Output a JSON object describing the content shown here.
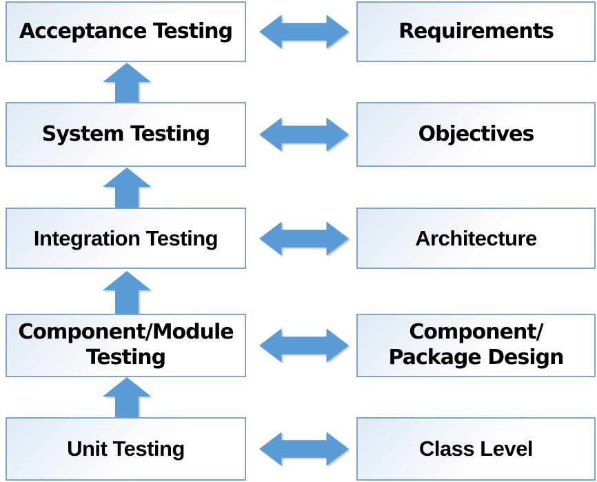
{
  "rows": [
    {
      "left": "Acceptance Testing",
      "right": "Requirements"
    },
    {
      "left": "System Testing",
      "right": "Objectives"
    },
    {
      "left": "Integration Testing",
      "right": "Architecture"
    },
    {
      "left": "Component/Module\nTesting",
      "right": "Component/\nPackage Design"
    },
    {
      "left": "Unit Testing",
      "right": "Class Level"
    }
  ],
  "colors": {
    "arrow": "#5b9bd5",
    "box_border": "#7fa4cb",
    "box_fill_light": "#dee8f4",
    "box_fill_white": "#ffffff",
    "text": "#000000"
  }
}
